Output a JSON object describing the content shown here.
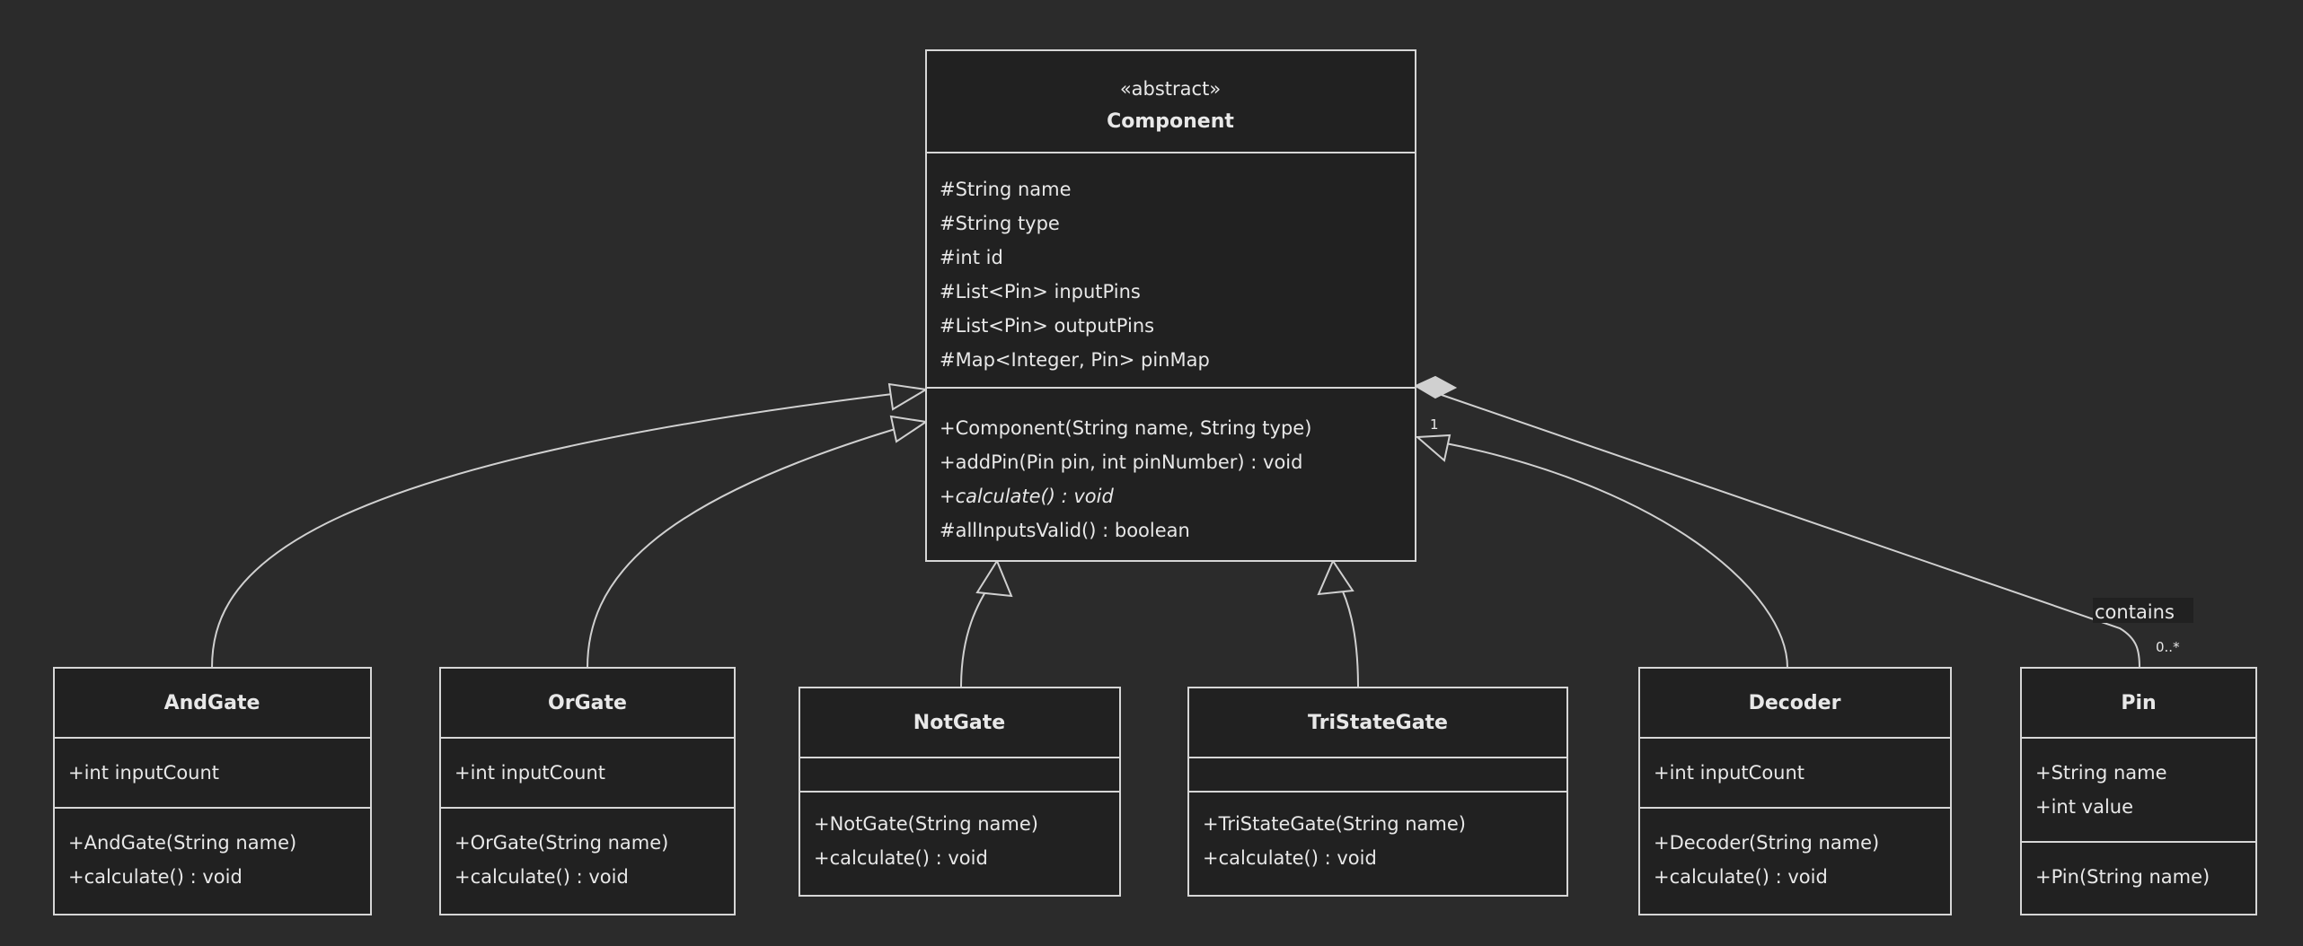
{
  "diagram": {
    "kind": "uml-class-diagram",
    "background_color": "#2b2b2b",
    "box_fill_color": "#212121",
    "line_color": "#d0d0d0",
    "text_color": "#e8e8e8"
  },
  "classes": {
    "component": {
      "stereotype": "«abstract»",
      "name": "Component",
      "attributes": [
        "#String name",
        "#String type",
        "#int id",
        "#List<Pin> inputPins",
        "#List<Pin> outputPins",
        "#Map<Integer, Pin> pinMap"
      ],
      "operations": [
        "+Component(String name, String type)",
        "+addPin(Pin pin, int pinNumber) : void",
        "+calculate() : void",
        "#allInputsValid() : boolean"
      ]
    },
    "andgate": {
      "name": "AndGate",
      "attributes": [
        "+int inputCount"
      ],
      "operations": [
        "+AndGate(String name)",
        "+calculate() : void"
      ]
    },
    "orgate": {
      "name": "OrGate",
      "attributes": [
        "+int inputCount"
      ],
      "operations": [
        "+OrGate(String name)",
        "+calculate() : void"
      ]
    },
    "notgate": {
      "name": "NotGate",
      "attributes": [],
      "operations": [
        "+NotGate(String name)",
        "+calculate() : void"
      ]
    },
    "tristategate": {
      "name": "TriStateGate",
      "attributes": [],
      "operations": [
        "+TriStateGate(String name)",
        "+calculate() : void"
      ]
    },
    "decoder": {
      "name": "Decoder",
      "attributes": [
        "+int inputCount"
      ],
      "operations": [
        "+Decoder(String name)",
        "+calculate() : void"
      ]
    },
    "pin": {
      "name": "Pin",
      "attributes": [
        "+String name",
        "+int value"
      ],
      "operations": [
        "+Pin(String name)"
      ]
    }
  },
  "relationships": {
    "contains": {
      "label": "contains",
      "source_multiplicity": "1",
      "target_multiplicity": "0..*"
    }
  }
}
